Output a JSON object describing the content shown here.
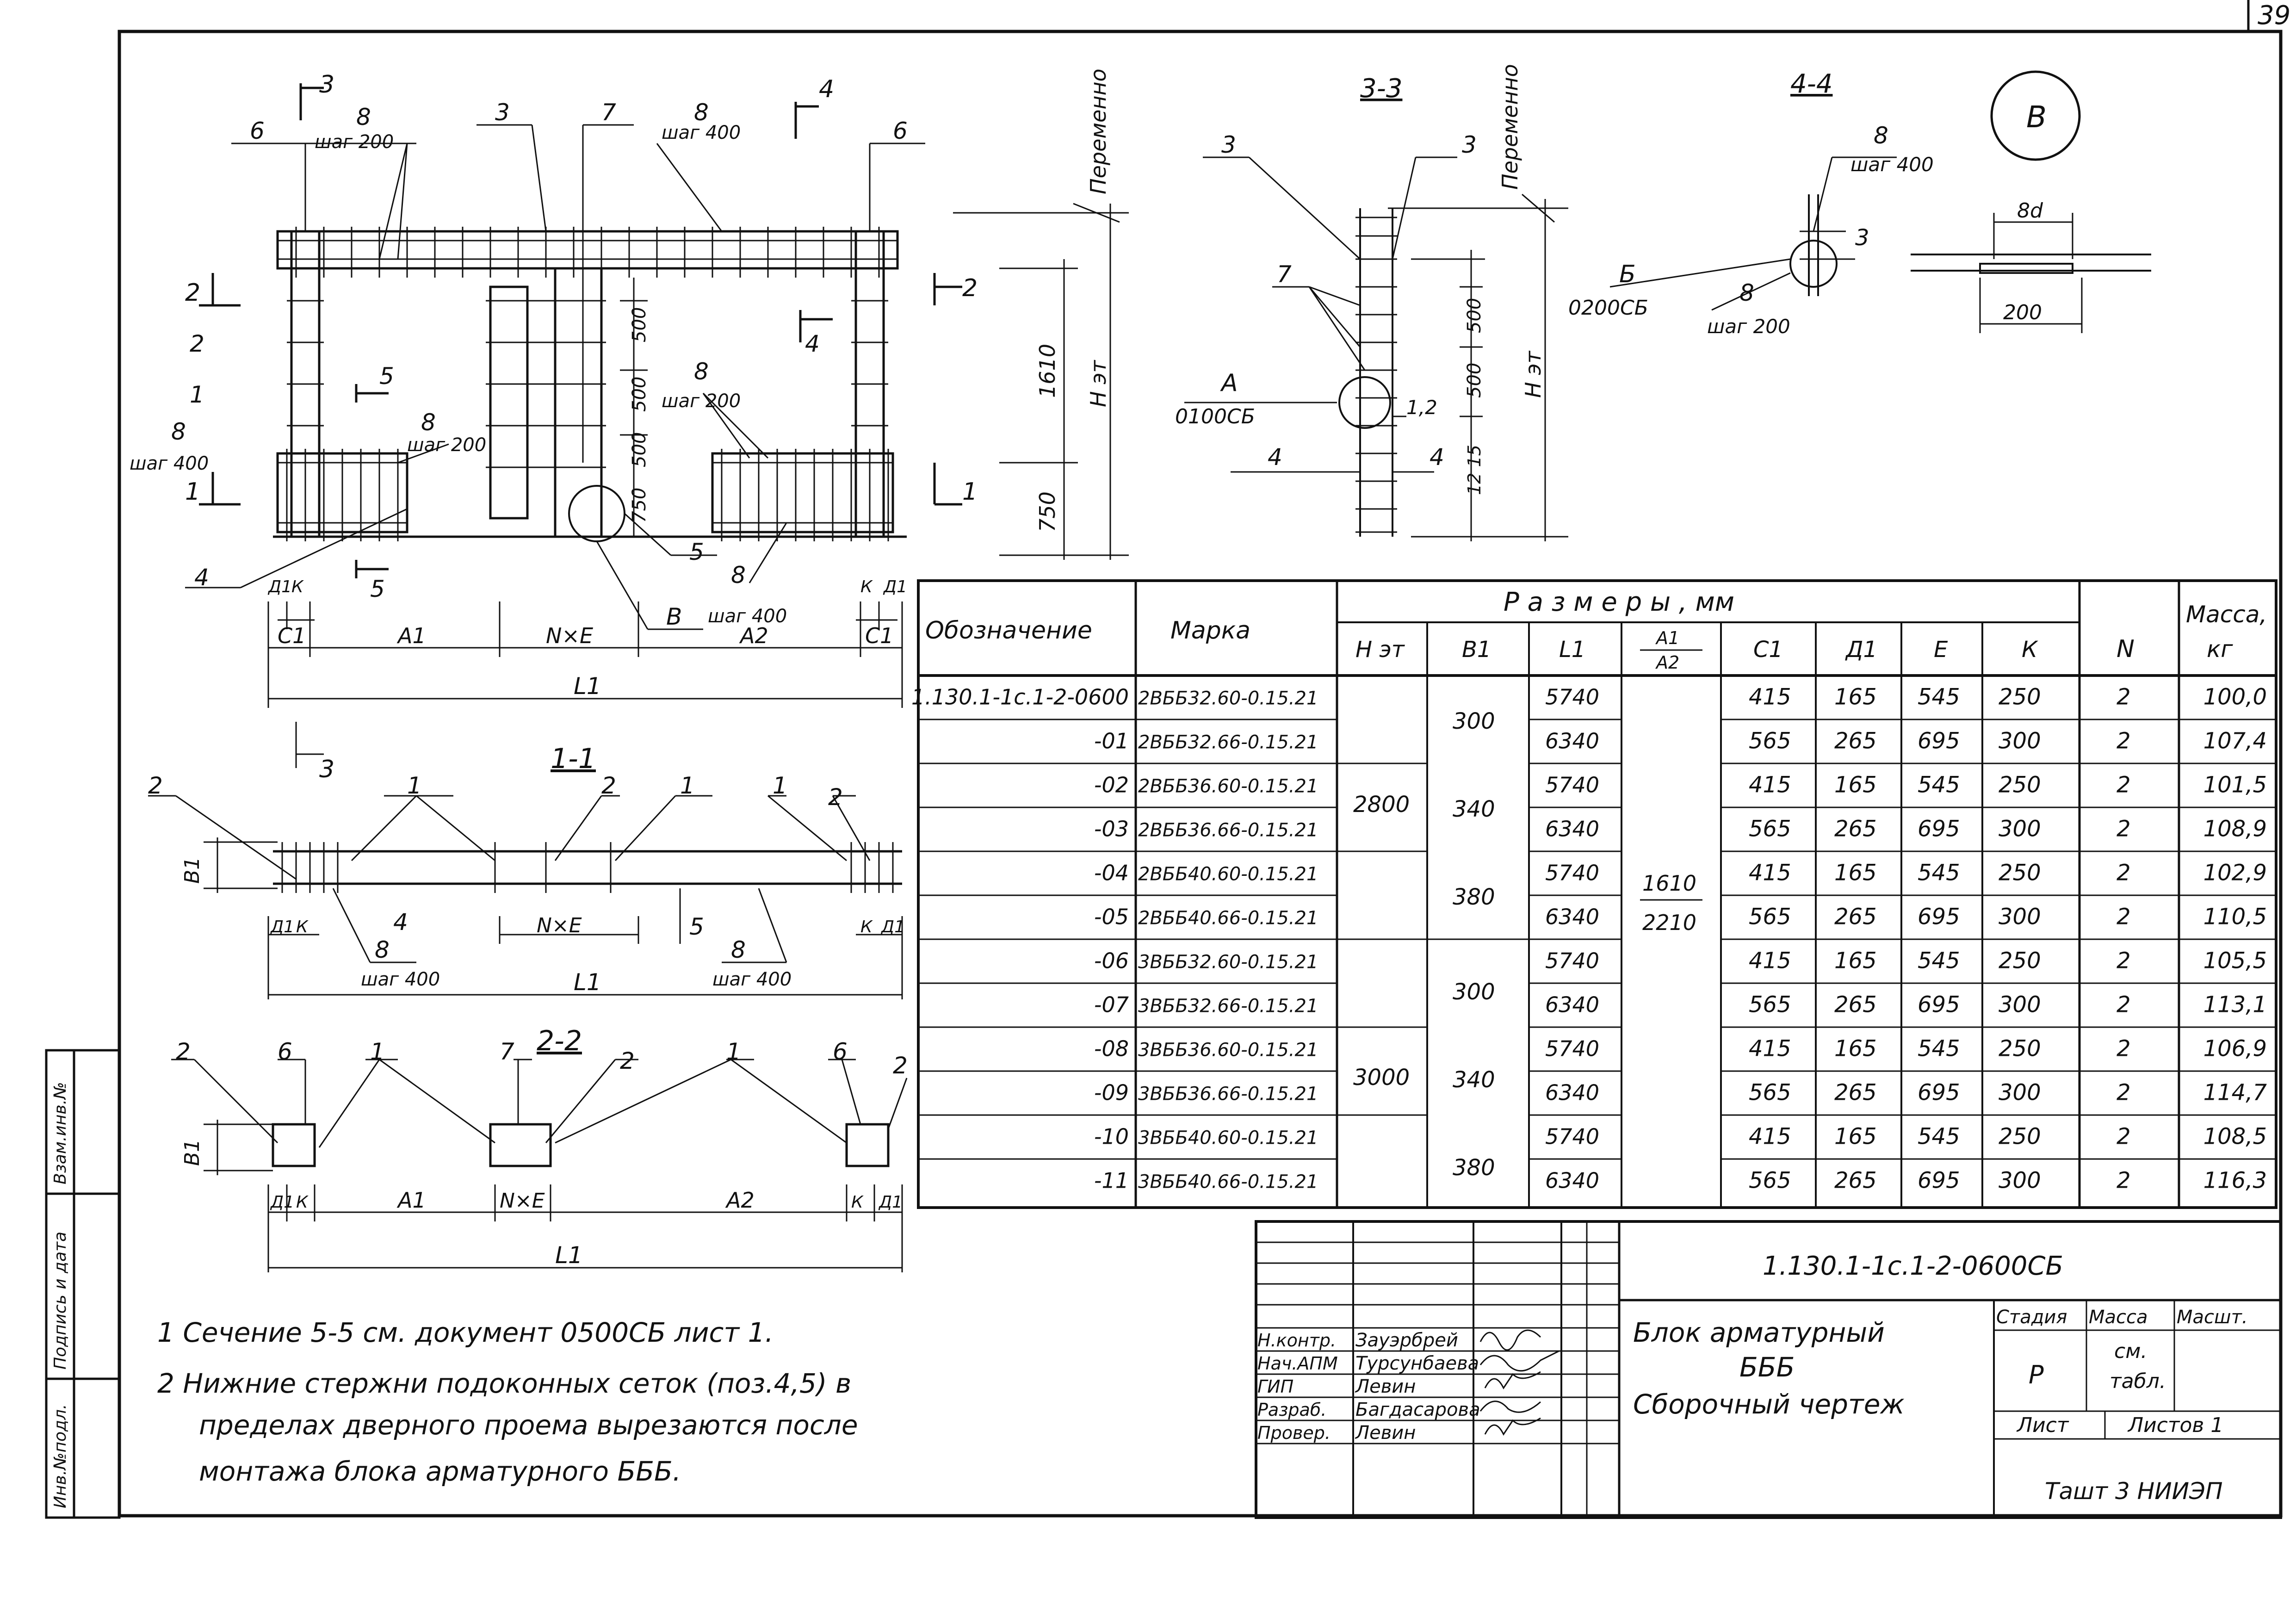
{
  "sheet_number": "39",
  "callout_b": "B",
  "views": {
    "plan": {
      "section_marks": {
        "m1": "1",
        "m2": "2",
        "m3": "3",
        "m4": "4",
        "m5": "5"
      },
      "labels": {
        "p1": "1",
        "p2": "2",
        "p3": "3",
        "p4": "4",
        "p5": "5",
        "p6a": "6",
        "p6b": "6",
        "p7": "7",
        "p8": "8"
      },
      "step_200": "шаг 200",
      "step_400": "шаг 400",
      "dims_v": {
        "d500a": "500",
        "d500b": "500",
        "d500c": "500",
        "d750": "750",
        "d1610": "1610",
        "d750b": "750"
      },
      "hfl": "Н эт",
      "variable": "Переменно",
      "dims_h": {
        "d1": "Д1",
        "k": "К",
        "c1": "С1",
        "a1": "А1",
        "nxe": "N×E",
        "a2": "А2",
        "l1": "L1"
      }
    },
    "s33": {
      "title": "3-3",
      "a_label": "А",
      "a_doc": "0100СБ",
      "d500a": "500",
      "d500b": "500",
      "d1215": "12 15",
      "d12": "1,2",
      "hfl": "Н эт",
      "variable": "Переменно",
      "p3a": "3",
      "p3b": "3",
      "p7": "7",
      "p4a": "4",
      "p4b": "4"
    },
    "s44": {
      "title": "4-4",
      "b_label": "Б",
      "b_doc": "0200СБ",
      "p8a": "8",
      "p8b": "8",
      "p3": "3",
      "step400": "шаг 400",
      "step200": "шаг 200",
      "d8d": "8d",
      "d200": "200"
    },
    "s11": {
      "title": "1-1",
      "b1": "В1",
      "nxe": "N×E",
      "l1": "L1",
      "step400": "шаг 400"
    },
    "s22": {
      "title": "2-2",
      "b1": "В1",
      "a1": "А1",
      "nxe": "N×E",
      "a2": "А2",
      "l1": "L1"
    }
  },
  "table": {
    "headers": {
      "designation": "Обозначение",
      "mark": "Марка",
      "sizes": "Р а з м е р ы ,   мм",
      "hfl": "Н эт",
      "b1": "В1",
      "l1": "L1",
      "a1": "А1",
      "a2": "А2",
      "c1": "С1",
      "d1": "Д1",
      "e": "Е",
      "k": "К",
      "n": "N",
      "mass": "Масса,",
      "kg": "кг"
    },
    "hfl_values": [
      "2800",
      "3000"
    ],
    "a_values": {
      "a1": "1610",
      "a2": "2210"
    },
    "b1_values": [
      "300",
      "340",
      "380",
      "300",
      "340",
      "380"
    ],
    "rows": [
      {
        "designation": "1.130.1-1с.1-2-0600",
        "mark": "2ВББ32.60-0.15.21",
        "l1": "5740",
        "c1": "415",
        "d1": "165",
        "e": "545",
        "k": "250",
        "n": "2",
        "mass": "100,0"
      },
      {
        "designation": "-01",
        "mark": "2ВББ32.66-0.15.21",
        "l1": "6340",
        "c1": "565",
        "d1": "265",
        "e": "695",
        "k": "300",
        "n": "2",
        "mass": "107,4"
      },
      {
        "designation": "-02",
        "mark": "2ВББ36.60-0.15.21",
        "l1": "5740",
        "c1": "415",
        "d1": "165",
        "e": "545",
        "k": "250",
        "n": "2",
        "mass": "101,5"
      },
      {
        "designation": "-03",
        "mark": "2ВББ36.66-0.15.21",
        "l1": "6340",
        "c1": "565",
        "d1": "265",
        "e": "695",
        "k": "300",
        "n": "2",
        "mass": "108,9"
      },
      {
        "designation": "-04",
        "mark": "2ВББ40.60-0.15.21",
        "l1": "5740",
        "c1": "415",
        "d1": "165",
        "e": "545",
        "k": "250",
        "n": "2",
        "mass": "102,9"
      },
      {
        "designation": "-05",
        "mark": "2ВББ40.66-0.15.21",
        "l1": "6340",
        "c1": "565",
        "d1": "265",
        "e": "695",
        "k": "300",
        "n": "2",
        "mass": "110,5"
      },
      {
        "designation": "-06",
        "mark": "3ВББ32.60-0.15.21",
        "l1": "5740",
        "c1": "415",
        "d1": "165",
        "e": "545",
        "k": "250",
        "n": "2",
        "mass": "105,5"
      },
      {
        "designation": "-07",
        "mark": "3ВББ32.66-0.15.21",
        "l1": "6340",
        "c1": "565",
        "d1": "265",
        "e": "695",
        "k": "300",
        "n": "2",
        "mass": "113,1"
      },
      {
        "designation": "-08",
        "mark": "3ВББ36.60-0.15.21",
        "l1": "5740",
        "c1": "415",
        "d1": "165",
        "e": "545",
        "k": "250",
        "n": "2",
        "mass": "106,9"
      },
      {
        "designation": "-09",
        "mark": "3ВББ36.66-0.15.21",
        "l1": "6340",
        "c1": "565",
        "d1": "265",
        "e": "695",
        "k": "300",
        "n": "2",
        "mass": "114,7"
      },
      {
        "designation": "-10",
        "mark": "3ВББ40.60-0.15.21",
        "l1": "5740",
        "c1": "415",
        "d1": "165",
        "e": "545",
        "k": "250",
        "n": "2",
        "mass": "108,5"
      },
      {
        "designation": "-11",
        "mark": "3ВББ40.66-0.15.21",
        "l1": "6340",
        "c1": "565",
        "d1": "265",
        "e": "695",
        "k": "300",
        "n": "2",
        "mass": "116,3"
      }
    ]
  },
  "notes": [
    "1  Сечение 5-5 см. документ 0500СБ лист 1.",
    "2  Нижние стержни подоконных сеток (поз.4,5) в",
    "пределах дверного проема вырезаются после",
    "монтажа блока арматурного БББ."
  ],
  "title_block": {
    "doc_code": "1.130.1-1с.1-2-0600СБ",
    "name_line1": "Блок арматурный",
    "name_line2": "БББ",
    "name_line3": "Сборочный чертеж",
    "roles": [
      "Н.контр.",
      "Нач.АПМ",
      "ГИП",
      "Разраб.",
      "Провер."
    ],
    "names": [
      "Зауэрбрей",
      "Турсунбаева",
      "Левин",
      "Багдасарова",
      "Левин"
    ],
    "stage_label": "Стадия",
    "mass_label": "Масса",
    "scale_label": "Масшт.",
    "stage_value": "Р",
    "mass_value_1": "см.",
    "mass_value_2": "табл.",
    "sheet_label": "Лист",
    "sheets_label": "Листов 1",
    "org_stamp": "Ташт 3 НИИЭП"
  },
  "side_stamp": [
    "Инв.№подл.",
    "Подпись и дата",
    "Взам.инв.№"
  ]
}
